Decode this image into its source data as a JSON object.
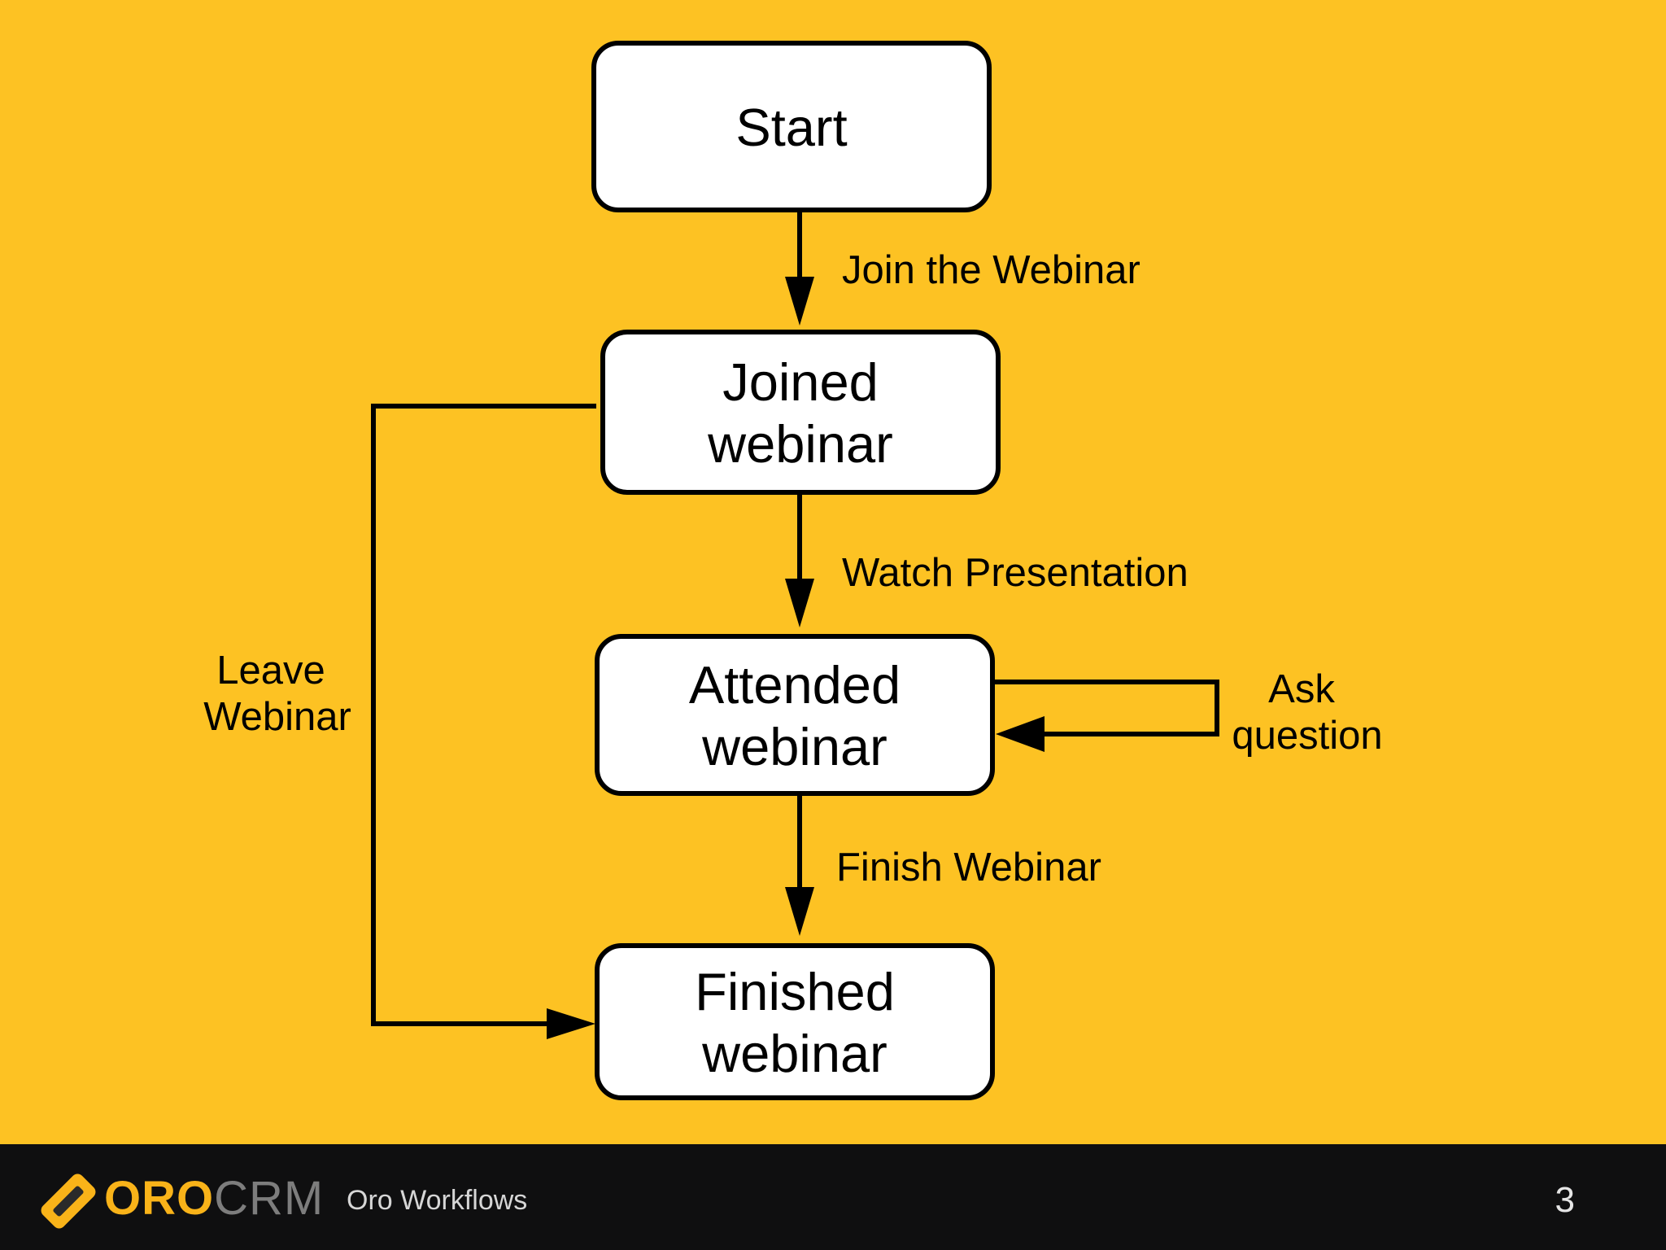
{
  "diagram": {
    "states": {
      "start": [
        "Start"
      ],
      "joined": [
        "Joined",
        "webinar"
      ],
      "attended": [
        "Attended",
        "webinar"
      ],
      "finished": [
        "Finished",
        "webinar"
      ]
    },
    "transitions": {
      "join": [
        "Join the Webinar"
      ],
      "watch": [
        "Watch Presentation"
      ],
      "finish": [
        "Finish Webinar"
      ],
      "leave": [
        "Leave",
        "Webinar"
      ],
      "ask": [
        "Ask",
        "question"
      ]
    },
    "colors": {
      "background": "#FDC223",
      "state_fill": "#FFFFFF",
      "stroke": "#000000"
    }
  },
  "footer": {
    "brand_oro": "ORO",
    "brand_crm": "CRM",
    "title": "Oro Workflows",
    "page_number": "3",
    "colors": {
      "bar": "#0F0F10",
      "oro": "#F9B319",
      "crm": "#7D7D7D"
    },
    "logo_icon": "orocrm-logo-icon"
  }
}
